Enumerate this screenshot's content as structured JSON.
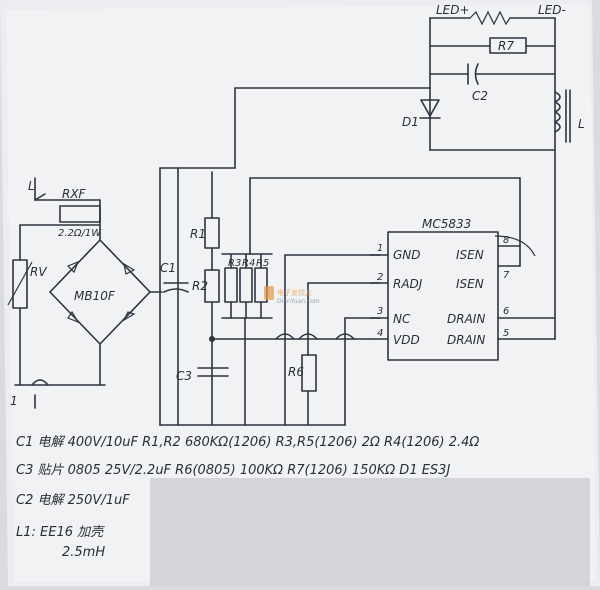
{
  "labels": {
    "led_plus": "LED+",
    "led_minus": "LED-",
    "r7": "R7",
    "c2": "C2",
    "d1": "D1",
    "l1": "L",
    "l_input": "L",
    "rxf": "RXF",
    "rxf_value": "2.2Ω/1W",
    "rv": "RV",
    "mb10f": "MB10F",
    "c1": "C1",
    "r1": "R1",
    "r2": "R2",
    "r3": "R3",
    "r4": "R4",
    "r5": "R5",
    "r6": "R6",
    "c3": "C3",
    "n_input": "1",
    "watermark_top": "电子发烧友",
    "watermark_bottom": "DianYuan.com"
  },
  "ic": {
    "name": "MC5833",
    "pins": [
      {
        "num": "1",
        "name": "GND"
      },
      {
        "num": "2",
        "name": "RADJ"
      },
      {
        "num": "3",
        "name": "NC"
      },
      {
        "num": "4",
        "name": "VDD"
      },
      {
        "num": "8",
        "name": "ISEN"
      },
      {
        "num": "7",
        "name": "ISEN"
      },
      {
        "num": "6",
        "name": "DRAIN"
      },
      {
        "num": "5",
        "name": "DRAIN"
      }
    ]
  },
  "notes": {
    "line1": "C1 电解 400V/10uF   R1,R2 680KΩ(1206)   R3,R5(1206) 2Ω   R4(1206) 2.4Ω",
    "line2": "C3 贴片 0805 25V/2.2uF   R6(0805) 100KΩ   R7(1206) 150KΩ   D1 ES3J",
    "line3": "C2 电解 250V/1uF",
    "line4": "L1: EE16 加壳",
    "line5": "2.5mH"
  }
}
